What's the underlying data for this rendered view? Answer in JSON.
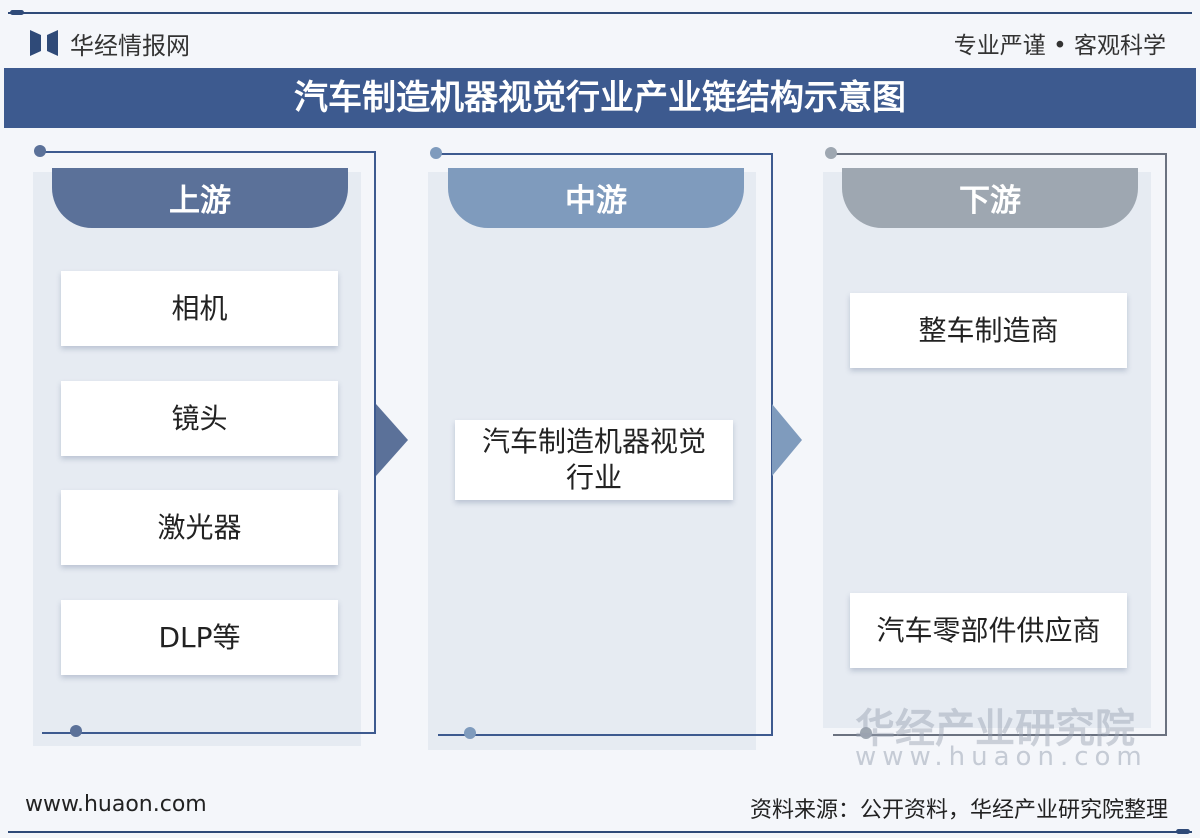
{
  "header": {
    "brand": "华经情报网",
    "slogan": "专业严谨 • 客观科学",
    "title": "汽车制造机器视觉行业产业链结构示意图"
  },
  "columns": [
    {
      "label": "上游",
      "color": "#5b7199",
      "items": [
        "相机",
        "镜头",
        "激光器",
        "DLP等"
      ]
    },
    {
      "label": "中游",
      "color": "#7f9bbd",
      "items": [
        "汽车制造机器视觉行业"
      ]
    },
    {
      "label": "下游",
      "color": "#9ea7b1",
      "items": [
        "整车制造商",
        "汽车零部件供应商"
      ]
    }
  ],
  "watermark": {
    "name": "华经产业研究院",
    "url": "www.huaon.com"
  },
  "footer": {
    "website": "www.huaon.com",
    "source": "资料来源：公开资料，华经产业研究院整理"
  },
  "colors": {
    "primary": "#3d5a8f"
  }
}
